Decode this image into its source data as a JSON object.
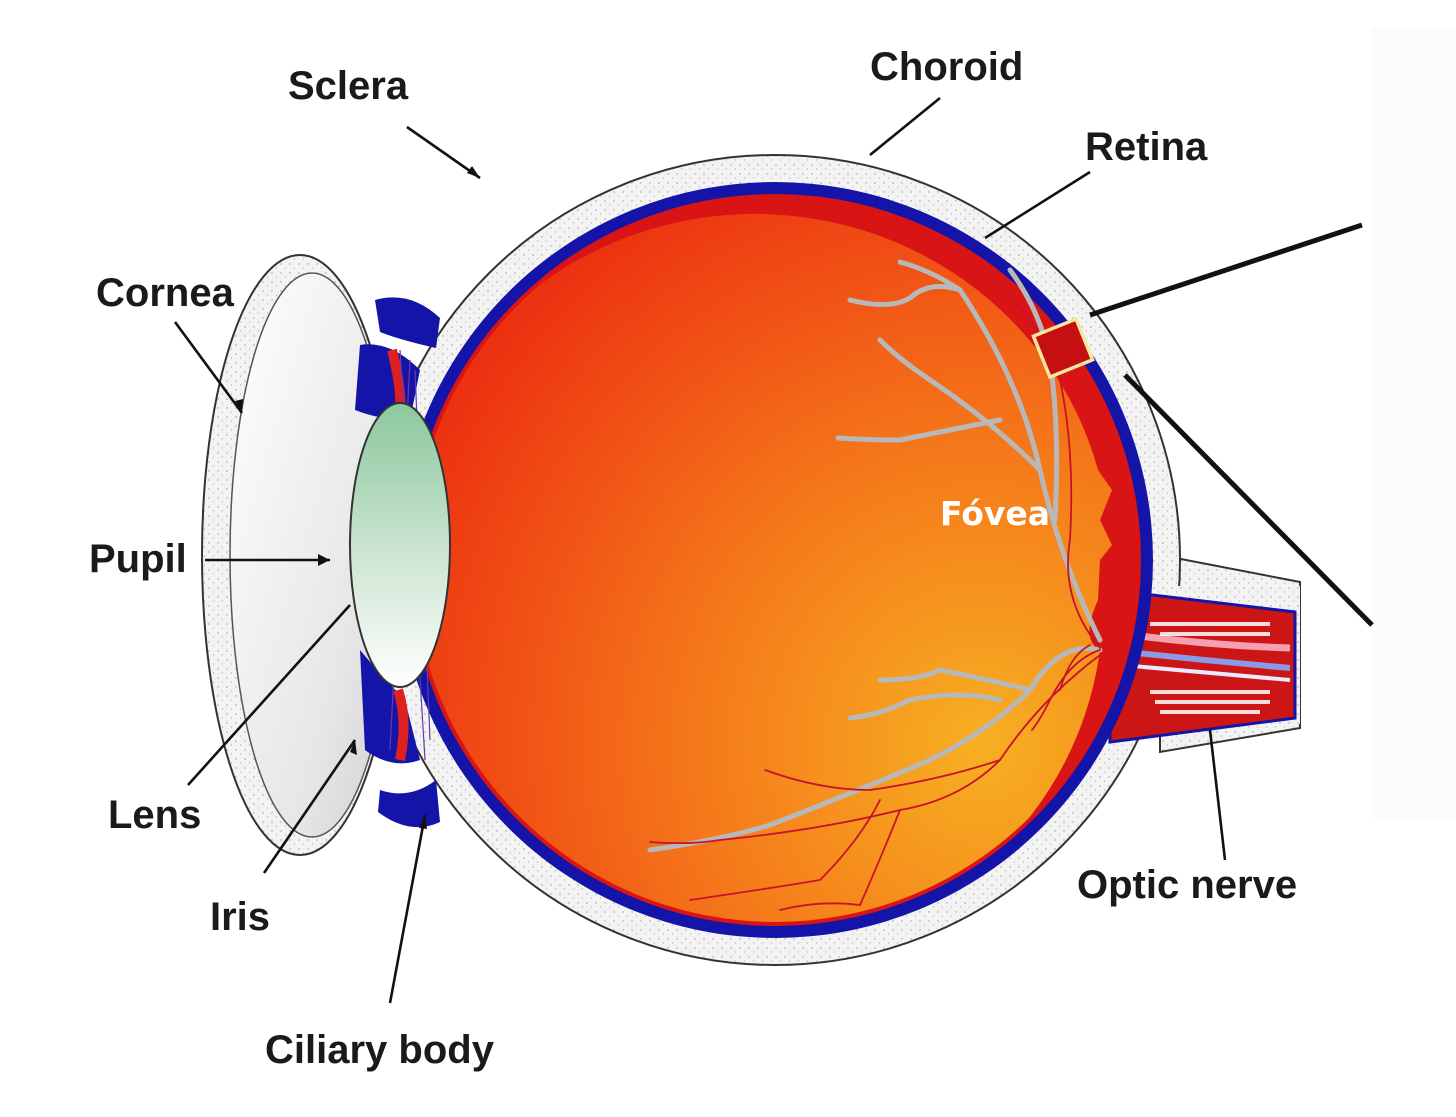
{
  "labels": {
    "sclera": "Sclera",
    "choroid": "Choroid",
    "retina": "Retina",
    "cornea": "Cornea",
    "pupil": "Pupil",
    "fovea": "Fóvea",
    "lens": "Lens",
    "iris": "Iris",
    "ciliary_body": "Ciliary body",
    "optic_nerve": "Optic nerve"
  },
  "colors": {
    "sclera_outer": "#f2f2f2",
    "choroid": "#1414a8",
    "retina": "#d41212",
    "vitreous_light": "#f5a623",
    "vitreous_dark": "#ee3510",
    "lens_top": "#8ec9a0",
    "fovea_box": "#f4e8a0",
    "vessel_gray": "#b4b4b4",
    "vessel_red": "#c8122a"
  }
}
